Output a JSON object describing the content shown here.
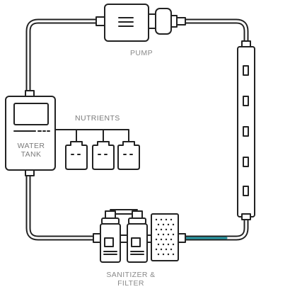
{
  "labels": {
    "pump": "PUMP",
    "nutrients": "NUTRIENTS",
    "water_tank": "WATER TANK",
    "sanitizer_filter": "SANITIZER & FILTER"
  },
  "colors": {
    "line": "#222222",
    "fill": "#ffffff",
    "accent": "#2a9aa6",
    "label": "#8a8a8a"
  },
  "icons": {
    "pump": "pump-icon",
    "water_tank": "water-tank-icon",
    "nutrient_bottle": "nutrient-bottle-icon",
    "sanitizer": "sanitizer-bottle-icon",
    "filter": "filter-icon",
    "grow_channel": "grow-channel-icon"
  }
}
